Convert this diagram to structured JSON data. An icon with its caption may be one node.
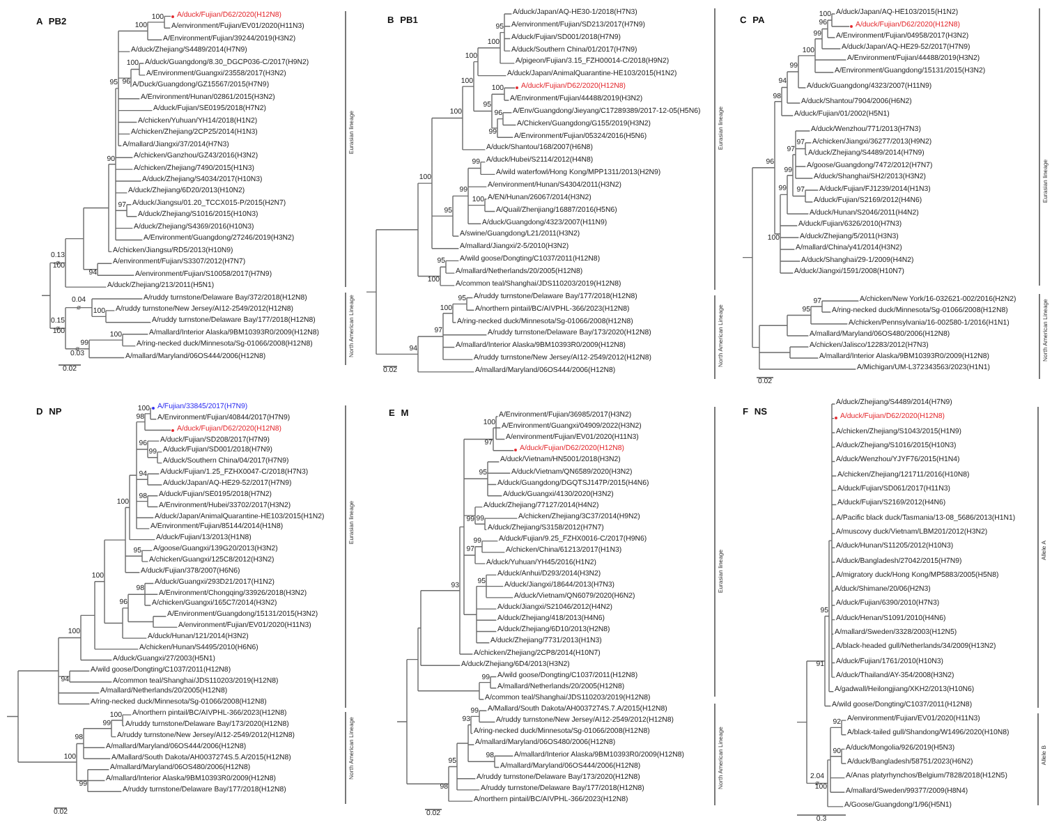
{
  "diagram": {
    "labels": [
      "A PB2",
      "A/duck/Fujian/D62/2020(H12N8)",
      "A/environment/Fujian/EV01/2020(H11N3)",
      "A/Environment/Fujian/39244/2019(H3N2)",
      "A/duck/Zhejiang/S4489/2014(H7N9)",
      "A/duck/Guangdong/8.30_DGCP036-C/2017(H9N2)",
      "A/Environment/Guangxi/23558/2017(H3N2)",
      "A/Duck/Guangdong/GZ15567/2015(H7N9)",
      "A/Environment/Hunan/02861/2015(H3N2)",
      "A/duck/Fujian/SE0195/2018(H7N2)",
      "A/chicken/Yuhuan/YH14/2018(H1N2)",
      "A/chicken/Zhejiang/2CP25/2014(H1N3)",
      "A/mallard/Jiangxi/37/2014(H7N3)",
      "A/chicken/Ganzhou/GZ43/2016(H3N2)",
      "A/chicken/Zhejiang/7490/2015(H1N3)",
      "A/duck/Zhejiang/S4034/2017(H10N3)",
      "A/duck/Zhejiang/6D20/2013(H10N2)",
      "A/duck/Jiangsu/01.20_TCCX015-P/2015(H2N7)",
      "A/duck/Zhejiang/S1016/2015(H10N3)",
      "A/duck/Zhejiang/S4369/2016(H10N3)",
      "A/Environment/Guangdong/27246/2019(H3N2)",
      "A/chicken/Jiangsu/RD5/2013(H10N9)",
      "A/environment/Fujian/S3307/2012(H7N7)",
      "A/environment/Fujian/S10058/2017(H7N9)",
      "A/duck/Zhejiang/213/2011(H5N1)",
      "A/ruddy turnstone/Delaware Bay/372/2018(H12N8)",
      "A/ruddy turnstone/New Jersey/AI12-2549/2012(H12N8)",
      "A/ruddy turnstone/Delaware Bay/177/2018(H12N8)",
      "A/mallard/Interior Alaska/9BM10393R0/2009(H12N8)",
      "A/ring-necked duck/Minnesota/Sg-01066/2008(H12N8)",
      "A/mallard/Maryland/06OS444/2006(H12N8)",
      "0.13",
      "100",
      "90",
      "95",
      "100",
      "100",
      "96",
      "100",
      "97",
      "94",
      "0.15",
      "100",
      "0.04",
      "100",
      "99",
      "0.03",
      "100",
      "0.02",
      "Eurasian lineage",
      "North American Lineage",
      "B PB1",
      "A/duck/Japan/AQ-HE30-1/2018(H7N3)",
      "A/environment/Fujian/SD213/2017(H7N9)",
      "A/duck/Fujian/SD001/2018(H7N9)",
      "A/duck/Southern China/01/2017(H7N9)",
      "A/pigeon/Fujian/3.15_FZH00014-C/2018(H9N2)",
      "A/duck/Japan/AnimalQuarantine-HE103/2015(H1N2)",
      "A/duck/Fujian/D62/2020(H12N8)",
      "A/Environment/Fujian/44488/2019(H3N2)",
      "A/Env/Guangdong/Jieyang/C17289389/2017-12-05(H5N6)",
      "A/Chicken/Guangdong/G155/2019(H3N2)",
      "A/Environment/Fujian/05324/2016(H5N6)",
      "A/duck/Shantou/168/2007(H6N8)",
      "A/duck/Hubei/S2114/2012(H4N8)",
      "A/wild waterfowl/Hong Kong/MPP1311/2013(H2N9)",
      "A/environment/Hunan/S4304/2011(H3N2)",
      "A/EN/Hunan/26067/2014(H3N2)",
      "A/Quail/Zhenjiang/16887/2016(H5N6)",
      "A/duck/Guangdong/4323/2007(H11N9)",
      "A/swine/Guangdong/L21/2011(H3N2)",
      "A/mallard/Jiangxi/2-5/2010(H3N2)",
      "A/wild goose/Dongting/C1037/2011(H12N8)",
      "A/mallard/Netherlands/20/2005(H12N8)",
      "A/common teal/Shanghai/JDS110203/2019(H12N8)",
      "A/ruddy turnstone/Delaware Bay/177/2018(H12N8)",
      "A/northern pintail/BC/AIVPHL-366/2023(H12N8)",
      "A/ring-necked duck/Minnesota/Sg-01066/2008(H12N8)",
      "A/ruddy turnstone/Delaware Bay/173/2020(H12N8)",
      "A/mallard/Interior Alaska/9BM10393R0/2009(H12N8)",
      "A/ruddy turnstone/New Jersey/AI12-2549/2012(H12N8)",
      "A/mallard/Maryland/06OS444/2006(H12N8)",
      "100",
      "100",
      "100",
      "100",
      "100",
      "95",
      "95",
      "100",
      "99",
      "96",
      "95",
      "99",
      "99",
      "100",
      "100",
      "95",
      "94",
      "97",
      "100",
      "95",
      "0.02",
      "Eurasian lineage",
      "North American Lineage",
      "C PA",
      "A/duck/Japan/AQ-HE103/2015(H1N2)",
      "A/duck/Fujian/D62/2020(H12N8)",
      "A/Environment/Fujian/04958/2017(H3N2)",
      "A/duck/Japan/AQ-HE29-52/2017(H7N9)",
      "A/Environment/Fujian/44488/2019(H3N2)",
      "A/Environment/Guangdong/15131/2015(H3N2)",
      "A/duck/Guangdong/4323/2007(H11N9)",
      "A/duck/Shantou/7904/2006(H6N2)",
      "A/duck/Fujian/01/2002(H5N1)",
      "A/duck/Wenzhou/771/2013(H7N3)",
      "A/chicken/Jiangxi/36277/2013(H9N2)",
      "A/duck/Zhejiang/S4489/2014(H7N9)",
      "A/goose/Guangdong/7472/2012(H7N7)",
      "A/duck/Shanghai/SH2/2013(H3N2)",
      "A/duck/Fujian/FJ1239/2014(H1N3)",
      "A/duck/Fujian/S2169/2012(H4N6)",
      "A/duck/Hunan/S2046/2011(H4N2)",
      "A/duck/Fujian/6326/2010(H7N3)",
      "A/duck/Zhejiang/5/2011(H3N3)",
      "A/mallard/China/y41/2014(H3N2)",
      "A/duck/Shanghai/29-1/2009(H4N2)",
      "A/duck/Jiangxi/1591/2008(H10N7)",
      "A/chicken/New York/16-032621-002/2016(H2N2)",
      "A/ring-necked duck/Minnesota/Sg-01066/2008(H12N8)",
      "A/chicken/Pennsylvania/16-002580-1/2016(H1N1)",
      "A/mallard/Maryland/06OS480/2006(H12N8)",
      "A/chicken/Jalisco/12283/2012(H7N3)",
      "A/mallard/Interior Alaska/9BM10393R0/2009(H12N8)",
      "A/Michigan/UM-L372343563/2023(H1N1)",
      "96",
      "98",
      "94",
      "99",
      "100",
      "99",
      "96",
      "100",
      "100",
      "99",
      "99",
      "97",
      "97",
      "97",
      "95",
      "97",
      "0.02",
      "Eurasian lineage",
      "North American Lineage",
      "D NP",
      "A/Fujian/33845/2017(H7N9)",
      "A/Environment/Fujian/40844/2017(H7N9)",
      "A/duck/Fujian/D62/2020(H12N8)",
      "A/duck/Fujian/SD208/2017(H7N9)",
      "A/duck/Fujian/SD001/2018(H7N9)",
      "A/duck/Southern China/04/2017(H7N9)",
      "A/duck/Fujian/1.25_FZHX0047-C/2018(H7N3)",
      "A/duck/Japan/AQ-HE29-52/2017(H7N9)",
      "A/duck/Fujian/SE0195/2018(H7N2)",
      "A/Environment/Hubei/33702/2017(H3N2)",
      "A/duck/Japan/AnimalQuarantine-HE103/2015(H1N2)",
      "A/Environment/Fujian/85144/2014(H1N8)",
      "A/duck/Fujian/13/2013(H1N8)",
      "A/goose/Guangxi/139G20/2013(H3N2)",
      "A/chicken/Guangxi/125C8/2012(H3N2)",
      "A/duck/Fujian/378/2007(H6N6)",
      "A/duck/Guangxi/293D21/2017(H1N2)",
      "A/Environment/Chongqing/33926/2018(H3N2)",
      "A/chicken/Guangxi/165C7/2014(H3N2)",
      "A/Environment/Guangdong/15131/2015(H3N2)",
      "A/environment/Fujian/EV01/2020(H11N3)",
      "A/duck/Hunan/121/2014(H3N2)",
      "A/chicken/Hunan/S4495/2010(H6N6)",
      "A/duck/Guangxi/27/2003(H5N1)",
      "A/wild goose/Dongting/C1037/2011(H12N8)",
      "A/common teal/Shanghai/JDS110203/2019(H12N8)",
      "A/mallard/Netherlands/20/2005(H12N8)",
      "A/ring-necked duck/Minnesota/Sg-01066/2008(H12N8)",
      "A/northern pintail/BC/AIVPHL-366/2023(H12N8)",
      "A/ruddy turnstone/Delaware Bay/173/2020(H12N8)",
      "A/ruddy turnstone/New Jersey/AI12-2549/2012(H12N8)",
      "A/mallard/Maryland/06OS444/2006(H12N8)",
      "A/Mallard/South Dakota/AH0037274S.5.A/2015(H12N8)",
      "A/mallard/Maryland/06OS480/2006(H12N8)",
      "A/mallard/Interior Alaska/9BM10393R0/2009(H12N8)",
      "A/ruddy turnstone/Delaware Bay/177/2018(H12N8)",
      "100",
      "100",
      "100",
      "98",
      "100",
      "96",
      "99",
      "94",
      "98",
      "95",
      "96",
      "98",
      "94",
      "100",
      "98",
      "99",
      "100",
      "99",
      "0.02",
      "Eurasian lineage",
      "North American Lineage",
      "E M",
      "A/Environment/Fujian/36985/2017(H3N2)",
      "A/Environment/Guangxi/04909/2022(H3N2)",
      "A/environment/Fujian/EV01/2020(H11N3)",
      "A/duck/Fujian/D62/2020(H12N8)",
      "A/duck/Vietnam/HN5001/2018(H3N2)",
      "A/duck/Vietnam/QN6589/2020(H3N2)",
      "A/duck/Guangdong/DGQTSJ147P/2015(H4N6)",
      "A/duck/Guangxi/4130/2020(H3N2)",
      "A/duck/Zhejiang/77127/2014(H4N2)",
      "A/chicken/Zhejiang/3C37/2014(H9N2)",
      "A/duck/Zhejiang/S3158/2012(H7N7)",
      "A/duck/Fujian/9.25_FZHX0016-C/2017(H9N6)",
      "A/chicken/China/61213/2017(H1N3)",
      "A/duck/Yuhuan/YH45/2016(H1N2)",
      "A/duck/Anhui/D293/2014(H3N2)",
      "A/duck/Jiangxi/18644/2013(H7N3)",
      "A/duck/Vietnam/QN6079/2020(H6N2)",
      "A/duck/Jiangxi/S21046/2012(H4N2)",
      "A/duck/Zhejiang/418/2013(H4N6)",
      "A/duck/Zhejiang/6D10/2013(H2N8)",
      "A/duck/Zhejiang/7731/2013(H1N3)",
      "A/chicken/Zhejiang/2CP8/2014(H10N7)",
      "A/duck/Zhejiang/6D4/2013(H3N2)",
      "A/wild goose/Dongting/C1037/2011(H12N8)",
      "A/mallard/Netherlands/20/2005(H12N8)",
      "A/common teal/Shanghai/JDS110203/2019(H12N8)",
      "A/Mallard/South Dakota/AH0037274S.7.A/2015(H12N8)",
      "A/ruddy turnstone/New Jersey/AI12-2549/2012(H12N8)",
      "A/ring-necked duck/Minnesota/Sg-01066/2008(H12N8)",
      "A/mallard/Maryland/06OS480/2006(H12N8)",
      "A/mallard/Interior Alaska/9BM10393R0/2009(H12N8)",
      "A/mallard/Maryland/06OS444/2006(H12N8)",
      "A/ruddy turnstone/Delaware Bay/173/2020(H12N8)",
      "A/ruddy turnstone/Delaware Bay/177/2018(H12N8)",
      "A/northern pintail/BC/AIVPHL-366/2023(H12N8)",
      "93",
      "97",
      "100",
      "95",
      "99",
      "99",
      "97",
      "99",
      "95",
      "99",
      "98",
      "95",
      "93",
      "99",
      "98",
      "0.02",
      "Eurasian lineage",
      "North American Lineage",
      "F NS",
      "A/duck/Zhejiang/S4489/2014(H7N9)",
      "A/duck/Fujian/D62/2020(H12N8)",
      "A/chicken/Zhejiang/S1043/2015(H1N9)",
      "A/duck/Zhejiang/S1016/2015(H10N3)",
      "A/duck/Wenzhou/YJYF76/2015(H1N4)",
      "A/chicken/Zhejiang/121711/2016(H10N8)",
      "A/duck/Fujian/SD061/2017(H11N3)",
      "A/duck/Fujian/S2169/2012(H4N6)",
      "A/Pacific black duck/Tasmania/13-08_5686/2013(H1N1)",
      "A/muscovy duck/Vietnam/LBM201/2012(H3N2)",
      "A/duck/Hunan/S11205/2012(H10N3)",
      "A/duck/Bangladesh/27042/2015(H7N9)",
      "A/migratory duck/Hong Kong/MP5883/2005(H5N8)",
      "A/duck/Shimane/20/06(H2N3)",
      "A/duck/Fujian/6390/2010(H7N3)",
      "A/duck/Henan/S1091/2010(H4N6)",
      "A/mallard/Sweden/3328/2003(H12N5)",
      "A/black-headed gull/Netherlands/34/2009(H13N2)",
      "A/duck/Fujian/1761/2010(H10N3)",
      "A/duck/Thailand/AY-354/2008(H3N2)",
      "A/gadwall/Heilongjiang/XKH2/2013(H10N6)",
      "A/wild goose/Dongting/C1037/2011(H12N8)",
      "A/environment/Fujian/EV01/2020(H11N3)",
      "A/black-tailed gull/Shandong/W1496/2020(H10N8)",
      "A/duck/Mongolia/926/2019(H5N3)",
      "A/duck/Bangladesh/58751/2023(H6N2)",
      "A/Anas platyrhynchos/Belgium/7828/2018(H12N5)",
      "A/mallard/Sweden/99377/2009(H8N4)",
      "A/Goose/Guangdong/1/96(H5N1)",
      "91",
      "95",
      "2.04",
      "100",
      "92",
      "90",
      "0.3",
      "Allele A",
      "Allele B"
    ]
  }
}
